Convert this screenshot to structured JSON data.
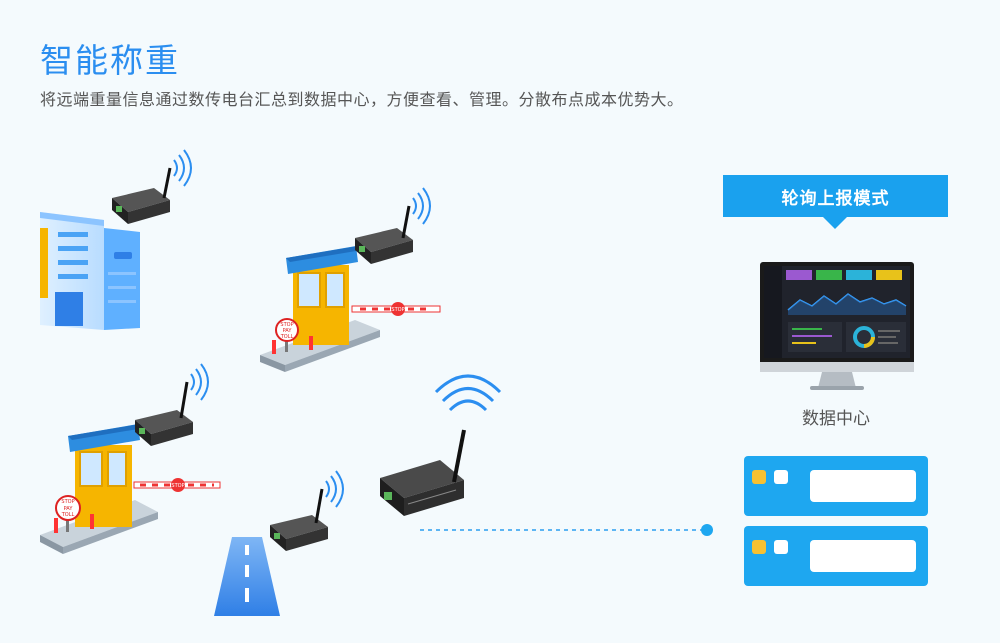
{
  "header": {
    "title": "智能称重",
    "subtitle": "将远端重量信息通过数传电台汇总到数据中心，方便查看、管理。分散布点成本优势大。"
  },
  "mode_banner": "轮询上报模式",
  "data_center_label": "数据中心",
  "signs": {
    "stop": "STOP",
    "pay": "PAY",
    "toll": "TOLL"
  },
  "colors": {
    "accent": "#2b8ef0",
    "banner": "#1aa1ee",
    "server": "#1ea7f0",
    "booth": "#f6b500",
    "booth_roof": "#2d8de0"
  }
}
